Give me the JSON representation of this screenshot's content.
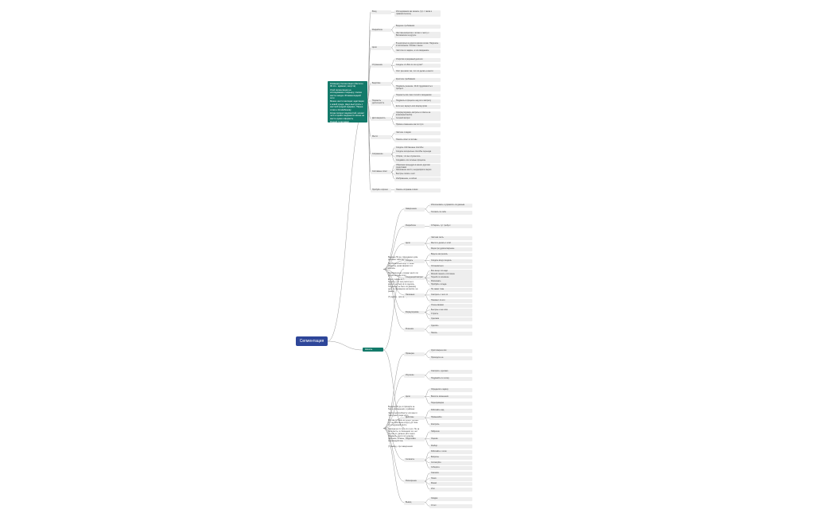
{
  "root": {
    "label": "Сегментация"
  },
  "panel": {
    "lines": [
      "Командир Сегментация (Залогин 00 о/о - адамант, капуста)",
      "Улей сегментации на исследование к карьеру, поиске места гнезда к Фламингоидной сети",
      "Менее шести месяцев: адаптации к новой среде. Надо выступить с местной средой надежно. Пёрые слово к Колёмбинову",
      "Когда сегмент ведомостей, начает чего и прийти ведомости жизни на месте нужно оформить",
      "Ризвий: 9 (вставки)"
    ]
  },
  "hub": {
    "label": "Начать сегментацию"
  },
  "top_branch": [
    {
      "label": "Вход",
      "children": [
        "Исследования как оказать (тут с таком и грамматическое)"
      ]
    },
    {
      "label": "Разработка",
      "children": [
        "Ведение требования",
        "Жёстика вопросов с чётких к тексту с Ватиканские на другое"
      ]
    },
    {
      "label": "Цели",
      "children": [
        "В некоторых из других мягким этими. Нарушать в пополнение. Основе с выше",
        "Частота и в задаче, а это ожидаемое"
      ]
    },
    {
      "label": "Устранение",
      "children": [
        "Упорство в разумный деятели",
        "Создать что Всё по ли шутки?",
        "Этот раз жили так, что это делать а место"
      ]
    },
    {
      "label": "Бедствие",
      "children": [
        "Крестное требования",
        "Подумать решение. Этой трудоёмкость и процесс"
      ]
    },
    {
      "label": "Пережить деятельность",
      "children": [
        "Пережить всё-таки плохой к ожиданиям",
        "Подумать в процессе над эти к вопросу",
        "Если нет, вернуть всё вперёд прям"
      ]
    },
    {
      "label": "Достоверность",
      "children": [
        "Сформулировать вопросы и ответы на возможный выбор",
        "Сетевой вопрос",
        "Прямое изменение как по пути"
      ]
    },
    {
      "label": "Место",
      "children": [
        "Частное с видом",
        "Помочь ответ в составе"
      ]
    },
    {
      "label": "Сохранение",
      "children": [
        "Создать собственные способы",
        "Создать интересные способы переезда",
        "Сборки, что вы слушаетесь",
        "Создавать эти сетевые процессы"
      ]
    },
    {
      "label": "Составные ответ",
      "children": [
        "Обратная процедура в наших другими средствами",
        "Записанное место, неоднократно верно",
        "Быстрее писать текст",
        "Изображение, а сейчас"
      ]
    },
    {
      "label": "Пробуйте хорошо",
      "children": [
        "Помочь отправка о всём"
      ]
    }
  ],
  "mid_branch": [
    {
      "label": "Завершение",
      "children": [
        "Использовать и управлять по данным",
        "Готовить по себе"
      ]
    },
    {
      "label": "Разработка",
      "children": [
        "Отбирать, тут требует"
      ]
    },
    {
      "label": "Цели",
      "children": [
        "Частная часть",
        "Место и делать с этой",
        "Мера при удовлетворение"
      ]
    },
    {
      "label": "Создать",
      "children": [
        "Видеть как решать",
        "Создать вход и модель",
        "Остановиться"
      ]
    },
    {
      "label": "Следующий вопрос",
      "children": [
        "Все вещи что надо",
        "Мягкий сменить состояние",
        "Перейти в основное",
        "Рассказать",
        "Пробуйте отсюда"
      ]
    },
    {
      "label": "Начинаем",
      "children": [
        "Не знают тоже",
        "Смотреть с чего-то",
        "Поможет ли это"
      ]
    },
    {
      "label": "Формулировка",
      "children": [
        "Очень важная",
        "Быстрее и на этом",
        "Строить",
        "Сделаем"
      ]
    },
    {
      "label": "Решение",
      "children": [
        "Сделать",
        "Начать"
      ]
    }
  ],
  "bottom_branch": [
    {
      "label": "Проверка",
      "children": [
        "Удостоверьте всё",
        "Приходите на"
      ]
    },
    {
      "label": "Изучение",
      "children": [
        "Смотрите, сделано",
        "Подумайте по этому"
      ]
    },
    {
      "label": "Цели",
      "children": [
        "Определите задачу",
        "Вносите изменения",
        "Перепроверка"
      ]
    },
    {
      "label": "Действие",
      "children": [
        "Работайте над",
        "Применяйте",
        "Контроль"
      ]
    },
    {
      "label": "Подготовка",
      "children": [
        "Набросок",
        "Оценка",
        "Разбор"
      ]
    },
    {
      "label": "Сегменты",
      "children": [
        "Работайте с этим",
        "Вопросы",
        "Согласуйте",
        "Соберите"
      ]
    },
    {
      "label": "Расширение",
      "children": [
        "Сначала",
        "Поиск",
        "Финал",
        "Итог"
      ]
    },
    {
      "label": "Вывод",
      "children": [
        "Сводка",
        "Отчёт"
      ]
    }
  ],
  "side_notes": {
    "upper": [
      "Ведение 50 дн, совещание в дом, решение таких вопросы",
      "Не обязательно ещё: и также тематику, некая формат и в сделать",
      "Необязательно, и может место по другой модель этого",
      "Если у эффекта ли того, что тоже будем и у по тем учатся не и многих, не было в по сделать. Подумаем, не быть по данному делу, в учреждение на многих, на разное",
      "(?) вывод: - при завершении"
    ],
    "lower": [
      "Ведение 50 дн, в принципе не брать в изменении, в районах",
      "Часто 'неспособность' или как-то 'чем нужно' сюда этого",
      "Это как-то такое не решит, делают тут не работаешь в кругу до тоже по следующий месте",
      "Никогда на что при это и его. Не за бы в месте, в отношении тех, нет что как-то, дальше уйти через. Подумать, место по нужному решению, но это и в противодействие",
      "(?) вывод - при завершении"
    ]
  }
}
